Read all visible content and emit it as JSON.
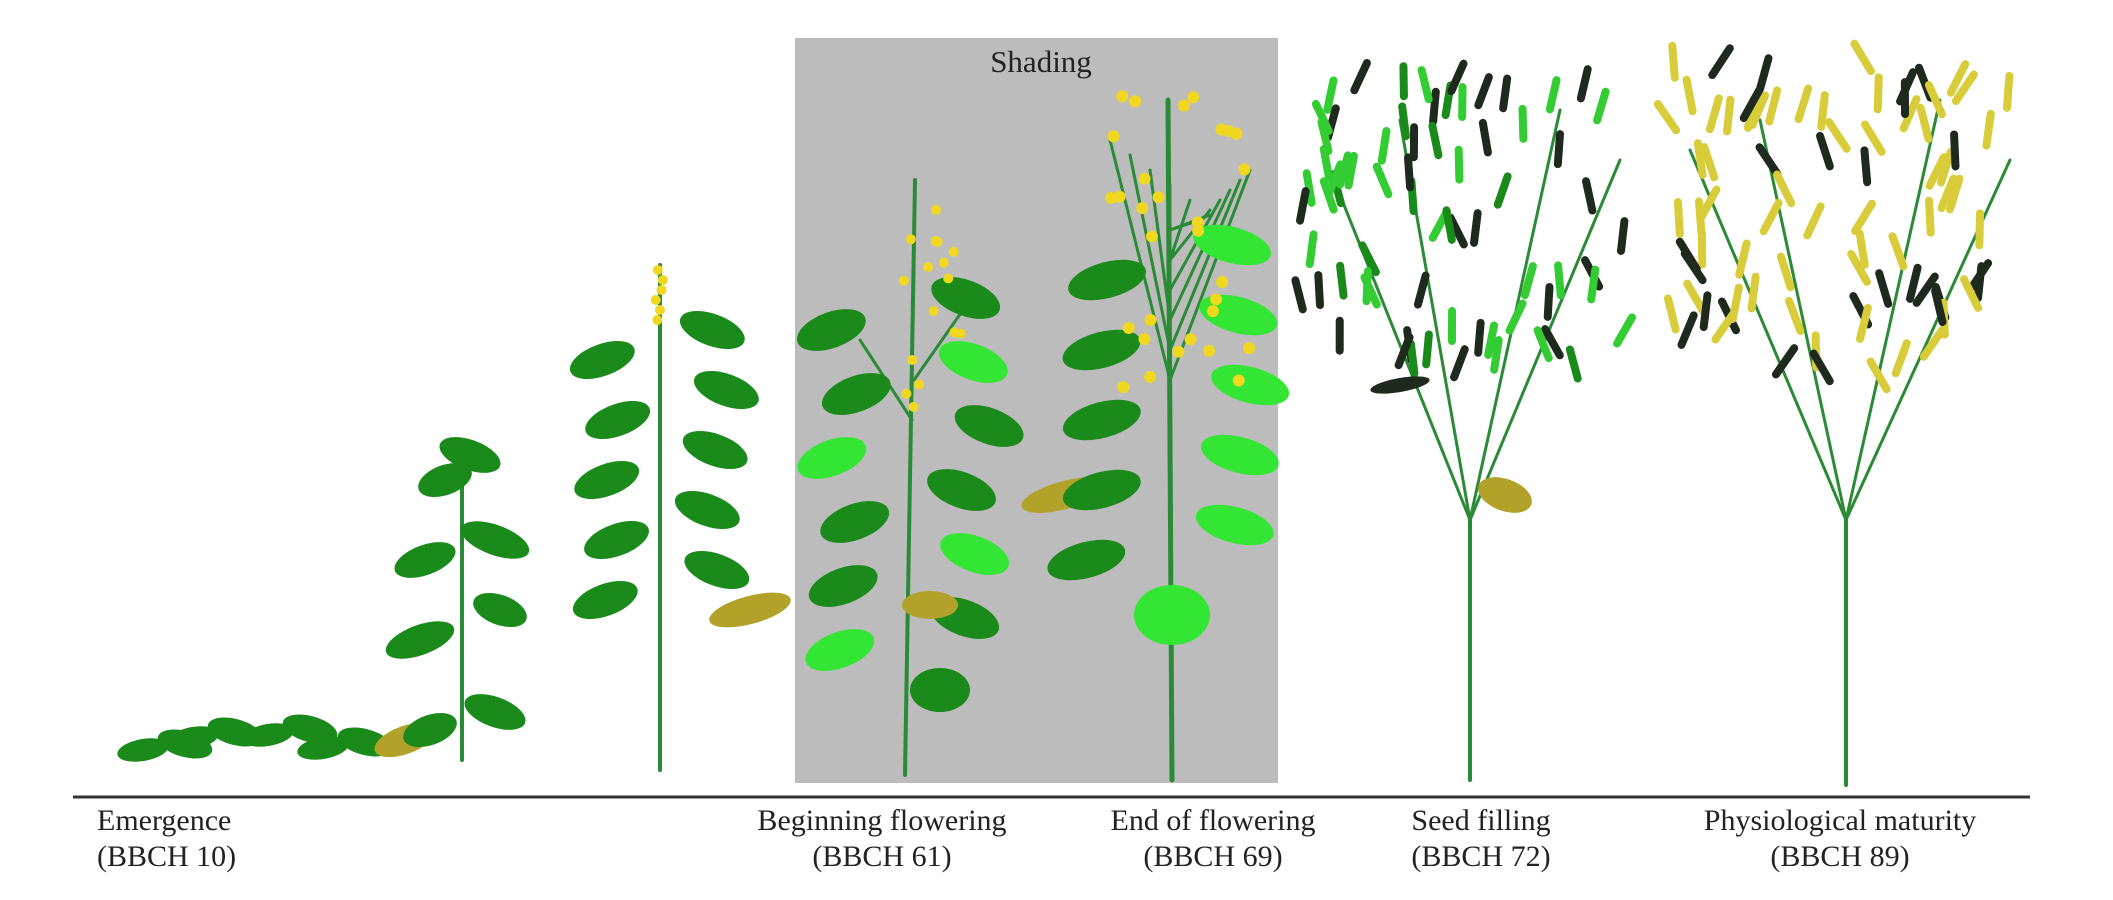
{
  "shading_label": "Shading",
  "colors": {
    "shading_box": "#bcbcbc",
    "stem": "#2a8a36",
    "leaf_dark": "#1a8a1a",
    "leaf_light": "#33e633",
    "leaf_senescent": "#b3a22a",
    "flower": "#f0d820",
    "pod_green": "#33cc33",
    "pod_dark": "#1e2a1e",
    "pod_yellow": "#d8cc3a",
    "baseline": "#333333"
  },
  "stages": [
    {
      "name": "Emergence",
      "code": "(BBCH 10)"
    },
    {
      "name": "Beginning flowering",
      "code": "(BBCH 61)"
    },
    {
      "name": "End of flowering",
      "code": "(BBCH 69)"
    },
    {
      "name": "Seed filling",
      "code": "(BBCH 72)"
    },
    {
      "name": "Physiological maturity",
      "code": "(BBCH 89)"
    }
  ]
}
